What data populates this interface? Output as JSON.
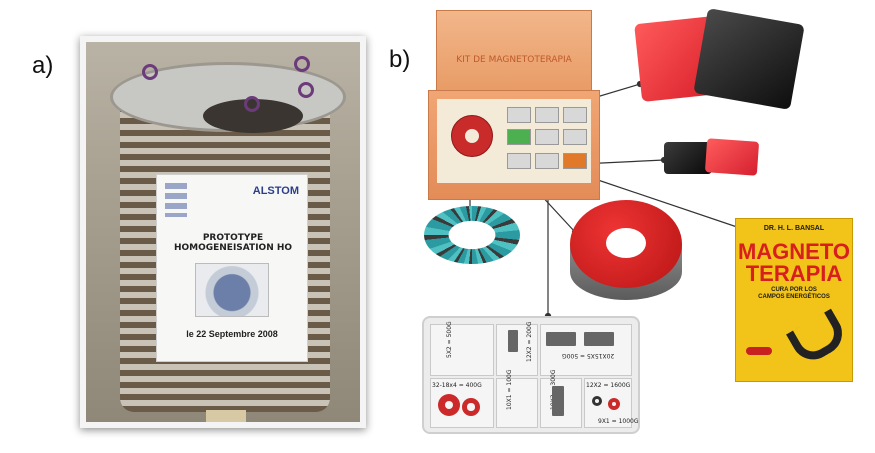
{
  "panels": {
    "a": {
      "label": "a)"
    },
    "b": {
      "label": "b)"
    }
  },
  "poster": {
    "brand": "ALSTOM",
    "title": "PROTOTYPE HOMOGENEISATION HO",
    "date": "le 22 Septembre 2008"
  },
  "kit": {
    "lid_text": "KIT DE MAGNETOTERAPIA"
  },
  "case": {
    "labels": [
      "5X2 = 500G",
      "12X2 = 200G",
      "20X15X5 = 500G",
      "32-18x4 = 400G",
      "10X1 = 100G",
      "18X3 = 300G",
      "12X2 = 1600G",
      "9X1 = 1000G"
    ]
  },
  "book": {
    "author": "DR. H. L. BANSAL",
    "title_line1": "MAGNETO",
    "title_line2": "TERAPIA",
    "subtitle_line1": "CURA POR LOS",
    "subtitle_line2": "CAMPOS ENERGÉTICOS"
  },
  "colors": {
    "magnet_red": "#c92a2a",
    "book_yellow": "#f2c318",
    "book_title_red": "#d81f1f",
    "kit_orange": "#e89c66"
  }
}
